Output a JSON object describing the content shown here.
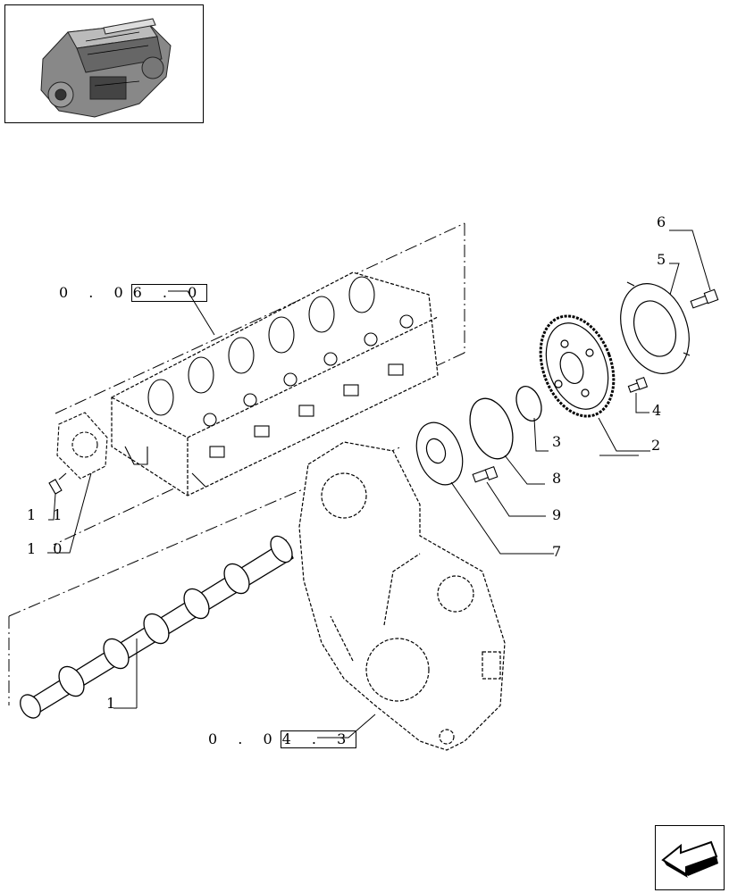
{
  "thumbnail": {
    "icon": "engine-thumbnail-icon"
  },
  "references": [
    {
      "prefix": "0 . 0",
      "boxed": "6 . 0"
    },
    {
      "prefix": "0 . 0",
      "boxed": "4 . 3"
    }
  ],
  "callouts": [
    "1",
    "2",
    "3",
    "4",
    "5",
    "6",
    "7",
    "8",
    "9",
    "1 0",
    "1 1"
  ],
  "nav": {
    "icon": "next-page-arrow-icon"
  }
}
